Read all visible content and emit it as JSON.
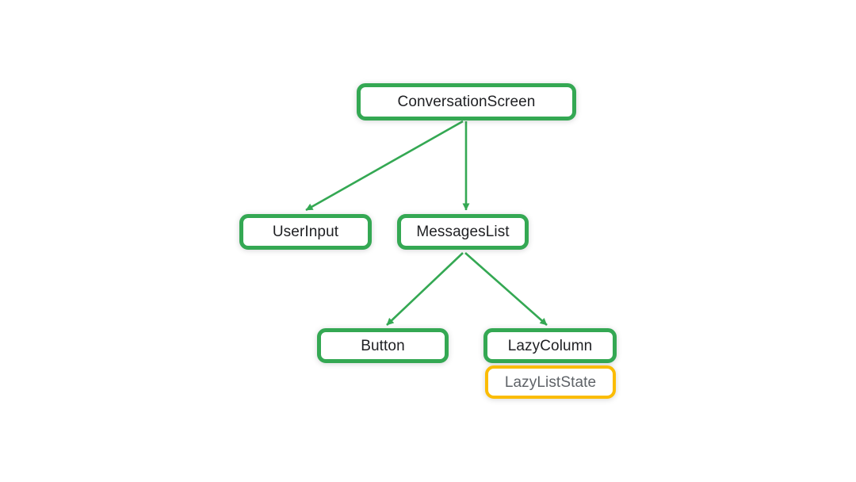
{
  "diagram": {
    "type": "component-tree",
    "background_color": "#FFFFFF",
    "nodes": [
      {
        "id": "conversation-screen",
        "label": "ConversationScreen",
        "kind": "composable",
        "border_color": "#34A853",
        "text_color": "#202124"
      },
      {
        "id": "user-input",
        "label": "UserInput",
        "kind": "composable",
        "border_color": "#34A853",
        "text_color": "#202124"
      },
      {
        "id": "messages-list",
        "label": "MessagesList",
        "kind": "composable",
        "border_color": "#34A853",
        "text_color": "#202124"
      },
      {
        "id": "button",
        "label": "Button",
        "kind": "composable",
        "border_color": "#34A853",
        "text_color": "#202124"
      },
      {
        "id": "lazy-column",
        "label": "LazyColumn",
        "kind": "composable",
        "border_color": "#34A853",
        "text_color": "#202124"
      },
      {
        "id": "lazy-list-state",
        "label": "LazyListState",
        "kind": "state",
        "border_color": "#FBBC04",
        "text_color": "#5F6368"
      }
    ],
    "edges": [
      {
        "from": "ConversationScreen",
        "to": "UserInput"
      },
      {
        "from": "ConversationScreen",
        "to": "MessagesList"
      },
      {
        "from": "MessagesList",
        "to": "Button"
      },
      {
        "from": "MessagesList",
        "to": "LazyColumn"
      }
    ],
    "colors": {
      "node_border_green": "#34A853",
      "state_border_yellow": "#FBBC04",
      "arrow": "#34A853",
      "label_text": "#202124",
      "state_label_text": "#5F6368"
    }
  }
}
